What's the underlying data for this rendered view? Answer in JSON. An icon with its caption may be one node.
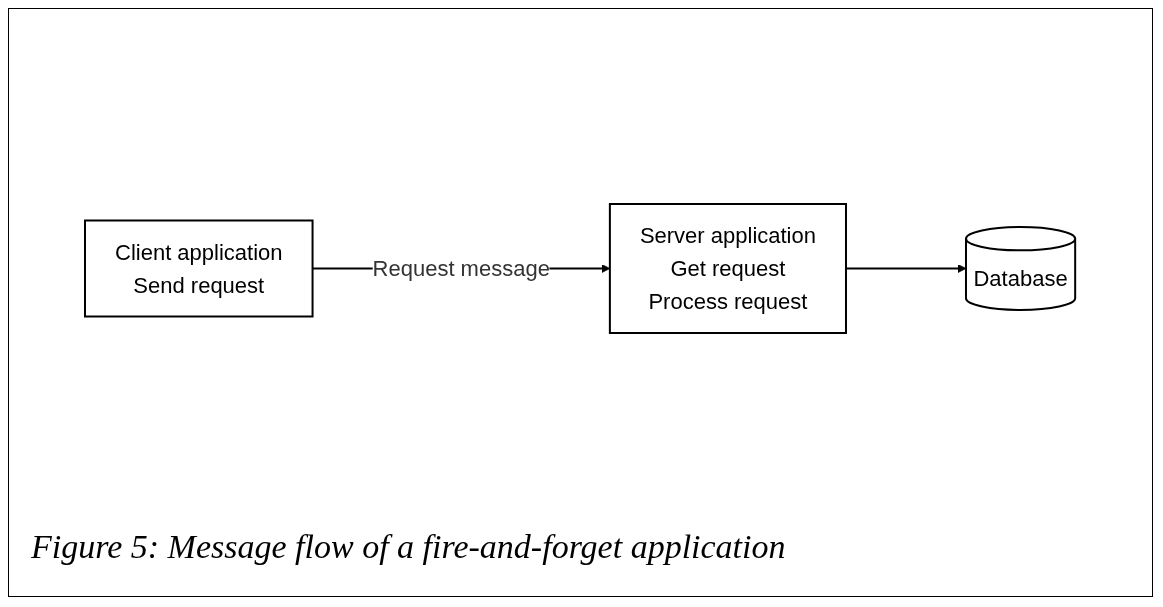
{
  "diagram": {
    "caption": "Figure 5: Message flow of a fire-and-forget application",
    "nodes": [
      {
        "text": [
          "Client application",
          "Send request"
        ]
      },
      {
        "text": [
          "Server application",
          "Get request",
          "Process request"
        ]
      },
      {
        "text": [
          "Database"
        ]
      }
    ],
    "edges": [
      {
        "from": 0,
        "to": 1,
        "arrow": "to",
        "label": "Request message"
      },
      {
        "from": 1,
        "to": 2,
        "arrow": "to"
      }
    ]
  }
}
